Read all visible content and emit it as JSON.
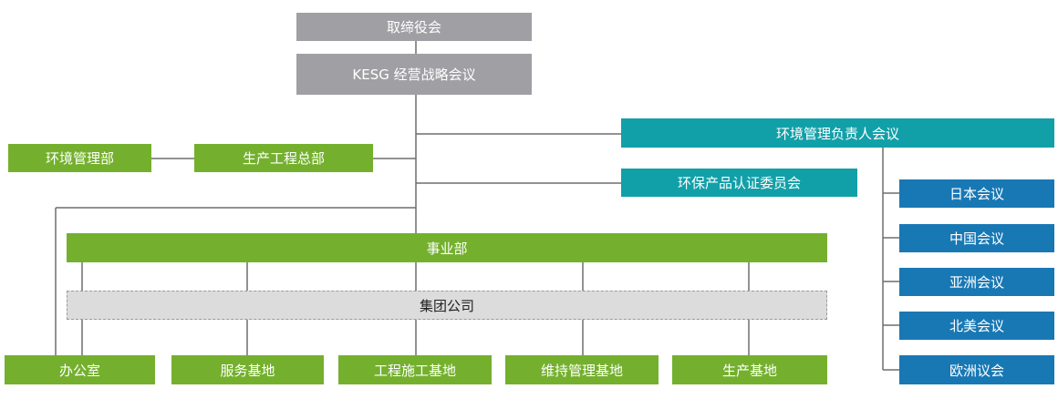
{
  "nodes": {
    "dismiss_committee": "取缔役会",
    "kesg_meeting": "KESG 经营战略会议",
    "env_manager_meeting": "环境管理负责人会议",
    "env_management_dept": "环境管理部",
    "production_engineering_hq": "生产工程总部",
    "eco_product_committee": "环保产品认证委员会",
    "business_division": "事业部",
    "group_companies": "集团公司",
    "regional_meetings": [
      "日本会议",
      "中国会议",
      "亚洲会议",
      "北美会议",
      "欧洲议会"
    ],
    "bottom_units": [
      "办公室",
      "服务基地",
      "工程施工基地",
      "维持管理基地",
      "生产基地"
    ]
  },
  "colors": {
    "gray": "#a0a0a4",
    "green": "#74b02e",
    "teal": "#12a0a8",
    "blue": "#1878b4",
    "connector": "#6e6e6e"
  }
}
